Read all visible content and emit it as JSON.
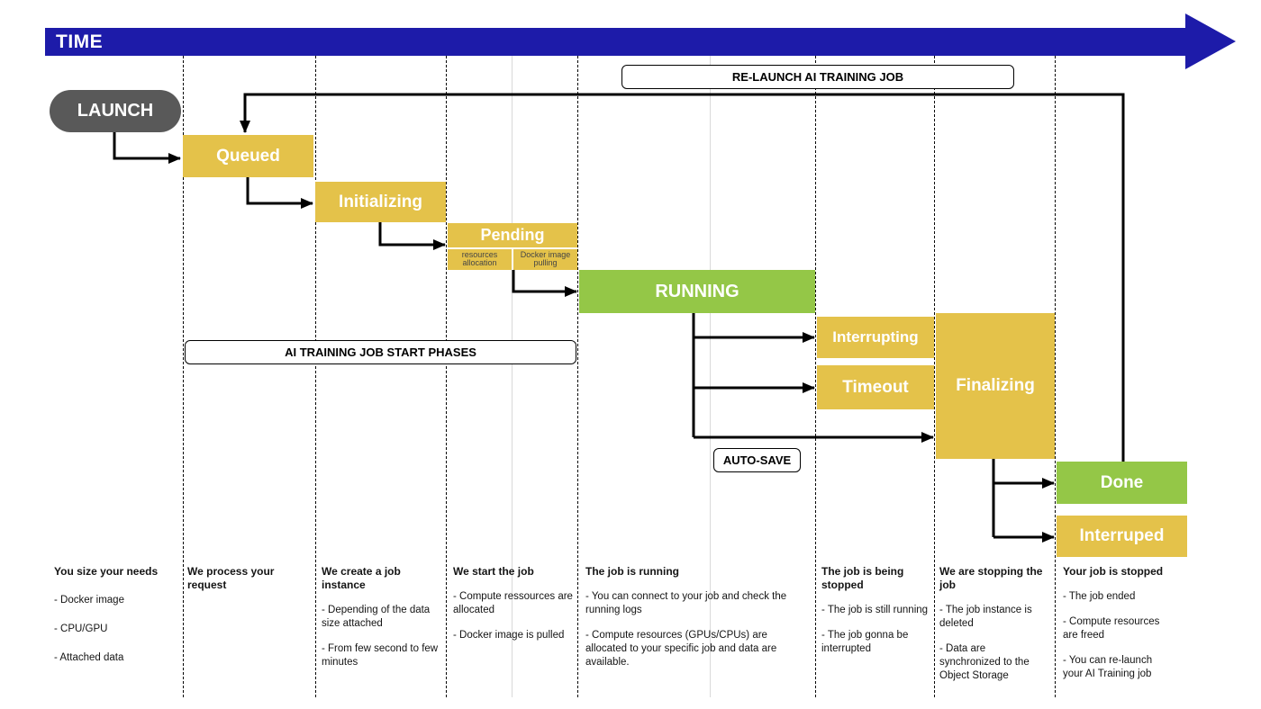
{
  "timeline": {
    "label": "TIME"
  },
  "pills": {
    "relaunch": "RE-LAUNCH AI TRAINING JOB",
    "start_phases": "AI TRAINING JOB START PHASES",
    "autosave": "AUTO-SAVE"
  },
  "nodes": {
    "launch": "LAUNCH",
    "queued": "Queued",
    "initializing": "Initializing",
    "pending": {
      "label": "Pending",
      "sub_left": "resources allocation",
      "sub_right": "Docker image pulling"
    },
    "running": "RUNNING",
    "interrupting": "Interrupting",
    "timeout": "Timeout",
    "finalizing": "Finalizing",
    "done": "Done",
    "interruped": "Interruped"
  },
  "colors": {
    "navy": "#1d1ba9",
    "yellow": "#e4c24a",
    "green": "#94c747",
    "gray": "#595959"
  },
  "columns": [
    {
      "header": "You size your needs",
      "bullets": [
        "- Docker image",
        "- CPU/GPU",
        "- Attached data"
      ]
    },
    {
      "header": "We process your request",
      "bullets": []
    },
    {
      "header": "We create a job instance",
      "bullets": [
        "- Depending of the data size attached",
        "- From few second to few minutes"
      ]
    },
    {
      "header": "We start the job",
      "bullets": [
        "- Compute ressources are allocated",
        "- Docker image is pulled"
      ]
    },
    {
      "header": "The job is running",
      "bullets": [
        "- You can connect to your job and check the running logs",
        "- Compute resources (GPUs/CPUs) are allocated to your specific job and data are available."
      ]
    },
    {
      "header": "The job is being stopped",
      "bullets": [
        "- The job is still running",
        "- The job gonna be interrupted"
      ]
    },
    {
      "header": "We are stopping the job",
      "bullets": [
        "- The job instance is deleted",
        "- Data are synchronized to the Object Storage"
      ]
    },
    {
      "header": "Your job is stopped",
      "bullets": [
        "- The job ended",
        "- Compute resources are freed",
        "- You can re-launch your AI Training job"
      ]
    }
  ]
}
